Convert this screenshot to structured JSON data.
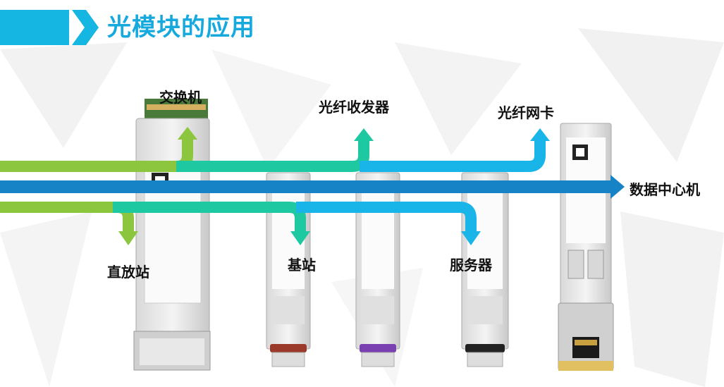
{
  "slide": {
    "title": "光模块的应用"
  },
  "labels": {
    "switch": "交换机",
    "media_converter": "光纤收发器",
    "nic": "光纤网卡",
    "data_center": "数据中心机",
    "repeater": "直放站",
    "base_station": "基站",
    "server": "服务器"
  },
  "colors": {
    "accent": "#16b6e2",
    "green": "#8cc63f",
    "teal": "#1ec8a0",
    "cyan": "#19b4e8",
    "blue": "#1683c6"
  }
}
